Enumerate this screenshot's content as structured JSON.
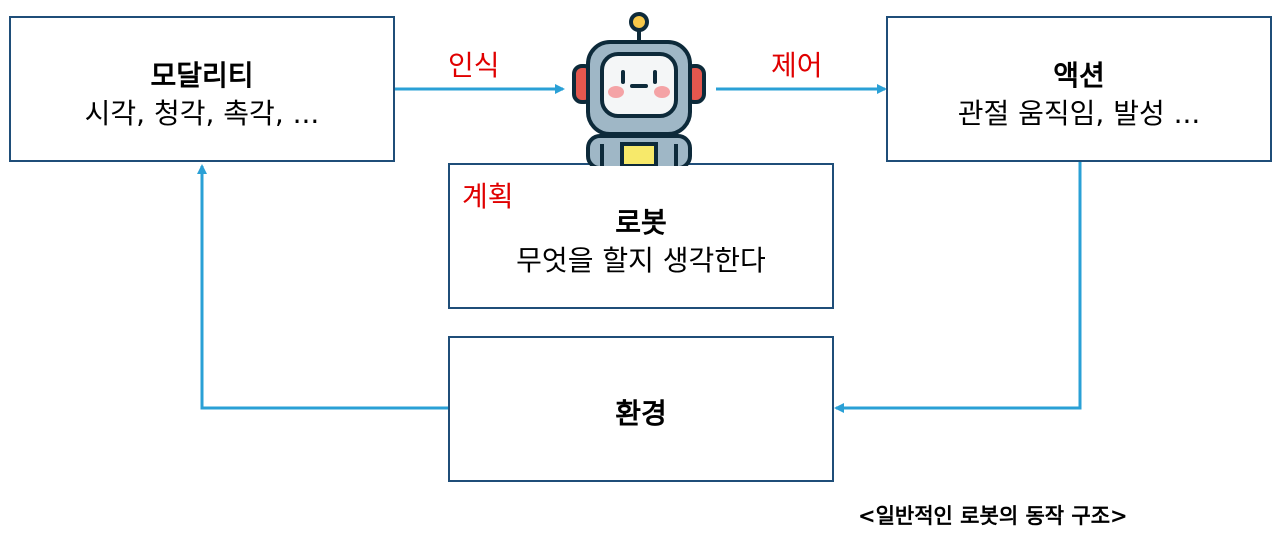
{
  "modality": {
    "title": "모달리티",
    "subtitle": "시각, 청각, 촉각, ..."
  },
  "action": {
    "title": "액션",
    "subtitle": "관절 움직임, 발성 ..."
  },
  "robot_box": {
    "tag": "계획",
    "title": "로봇",
    "subtitle": "무엇을 할지 생각한다"
  },
  "environment": {
    "title": "환경"
  },
  "edges": {
    "perception": "인식",
    "control": "제어"
  },
  "caption": "<일반적인 로봇의 동작 구조>",
  "colors": {
    "arrow": "#2aa0d6",
    "box_border": "#1f4e79",
    "emphasis": "#e00000"
  },
  "icons": {
    "robot": "robot-icon"
  }
}
